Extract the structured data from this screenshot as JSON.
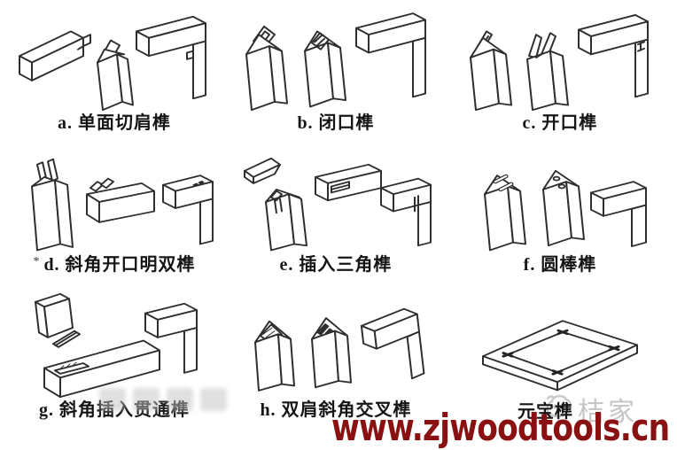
{
  "page": {
    "background": "#ffffff",
    "line_color": "#2e2e2e",
    "caption_color": "#151515"
  },
  "cells": [
    {
      "id": "a",
      "label": "a. 单面切肩榫"
    },
    {
      "id": "b",
      "label": "b. 闭口榫"
    },
    {
      "id": "c",
      "label": "c. 开口榫"
    },
    {
      "id": "d",
      "label": "d. 斜角开口明双榫",
      "mark": "*"
    },
    {
      "id": "e",
      "label": "e. 插入三角榫"
    },
    {
      "id": "f",
      "label": "f. 圆棒榫"
    },
    {
      "id": "g",
      "label": "g. 斜角插入贯通榫"
    },
    {
      "id": "h",
      "label": "h. 双肩斜角交叉榫"
    },
    {
      "id": "i",
      "label": "元宝榫"
    }
  ],
  "watermarks": {
    "url_text": "www.zjwoodtools.cn",
    "url_color": "#8a1111",
    "brand_text": "桔家",
    "brand_color": "#c6c6c6"
  }
}
